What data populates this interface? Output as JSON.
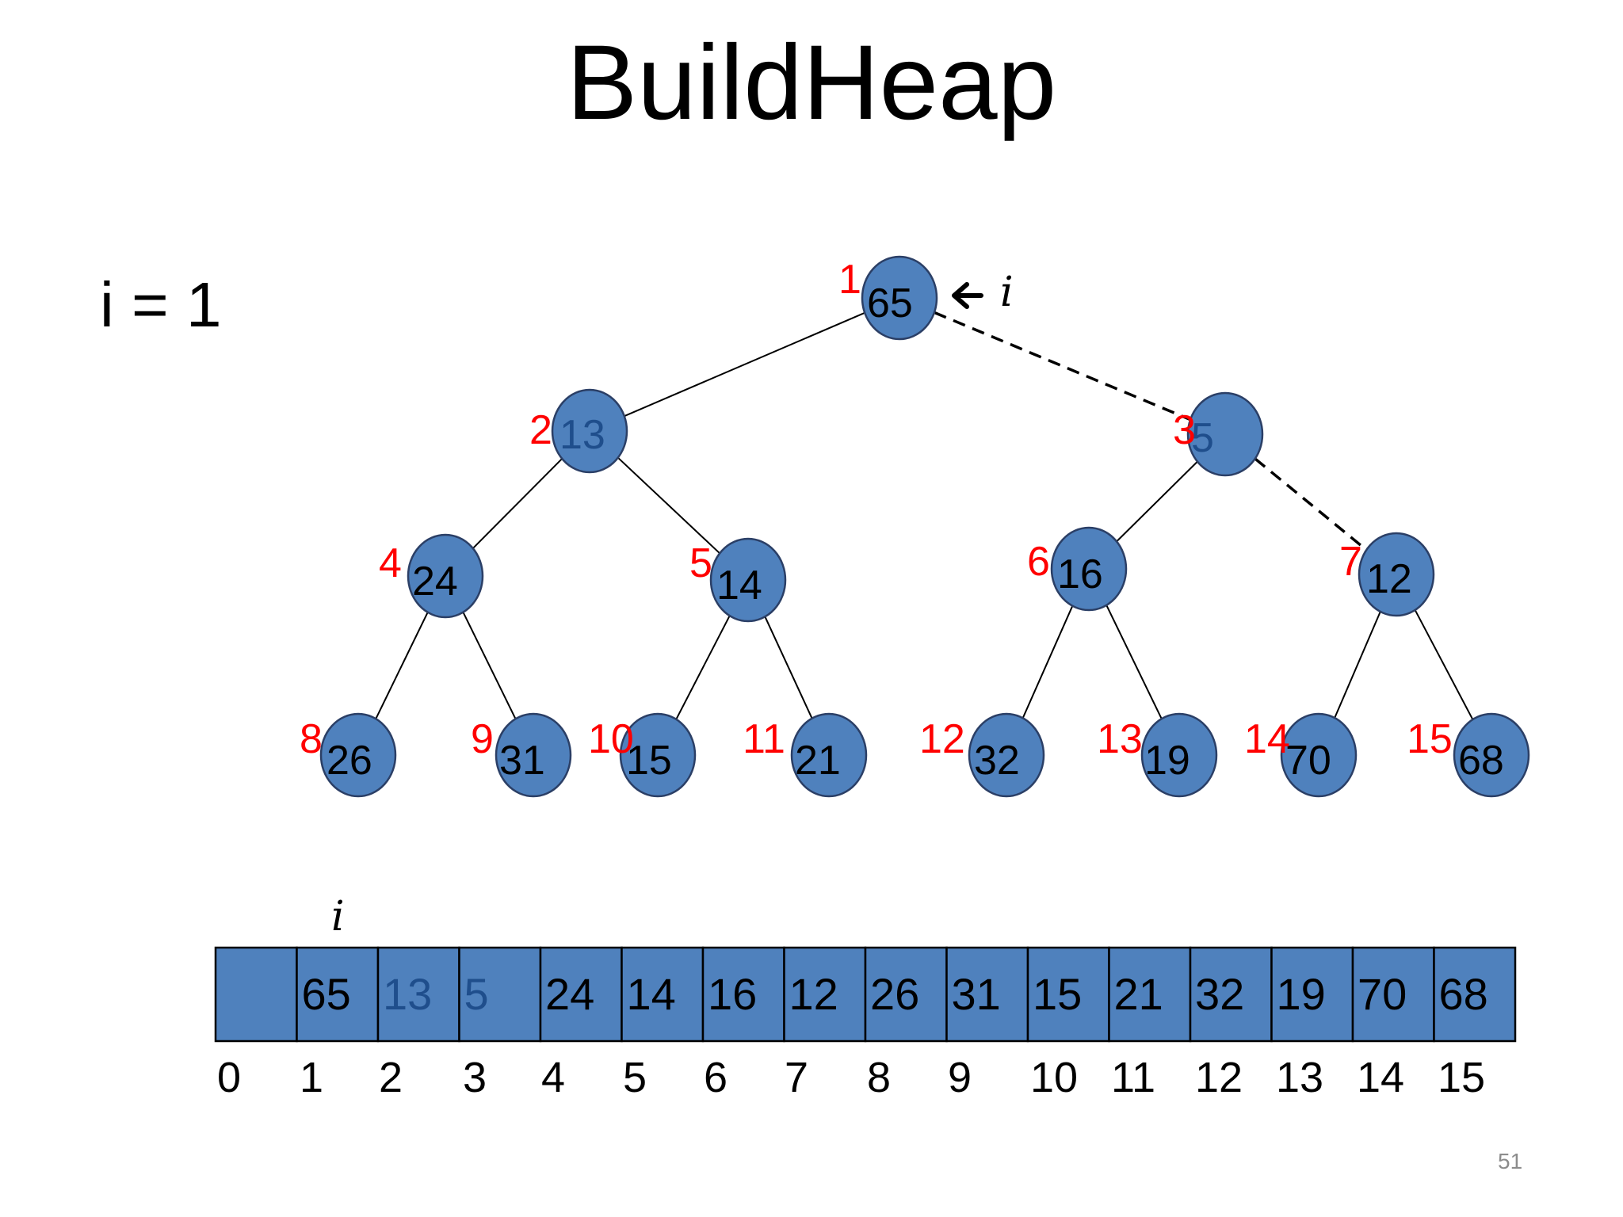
{
  "title": "BuildHeap",
  "iteration_label": "i = 1",
  "pointer_label": "i",
  "slide_number": "51",
  "colors": {
    "node_fill": "#4f81bd",
    "index_label": "#ff0000",
    "moved_text": "#1f4e8c"
  },
  "tree": {
    "nodes": [
      {
        "index": "1",
        "value": "65"
      },
      {
        "index": "2",
        "value": "13",
        "moved": true
      },
      {
        "index": "3",
        "value": "5",
        "moved": true
      },
      {
        "index": "4",
        "value": "24"
      },
      {
        "index": "5",
        "value": "14"
      },
      {
        "index": "6",
        "value": "16"
      },
      {
        "index": "7",
        "value": "12"
      },
      {
        "index": "8",
        "value": "26"
      },
      {
        "index": "9",
        "value": "31"
      },
      {
        "index": "10",
        "value": "15"
      },
      {
        "index": "11",
        "value": "21"
      },
      {
        "index": "12",
        "value": "32"
      },
      {
        "index": "13",
        "value": "19"
      },
      {
        "index": "14",
        "value": "70"
      },
      {
        "index": "15",
        "value": "68"
      }
    ],
    "dashed_edges": [
      [
        1,
        3
      ],
      [
        3,
        7
      ]
    ]
  },
  "array": {
    "cells": [
      "",
      "65",
      "13",
      "5",
      "24",
      "14",
      "16",
      "12",
      "26",
      "31",
      "15",
      "21",
      "32",
      "19",
      "70",
      "68"
    ],
    "moved_cells": [
      2,
      3
    ],
    "indices": [
      "0",
      "1",
      "2",
      "3",
      "4",
      "5",
      "6",
      "7",
      "8",
      "9",
      "10",
      "11",
      "12",
      "13",
      "14",
      "15"
    ]
  }
}
